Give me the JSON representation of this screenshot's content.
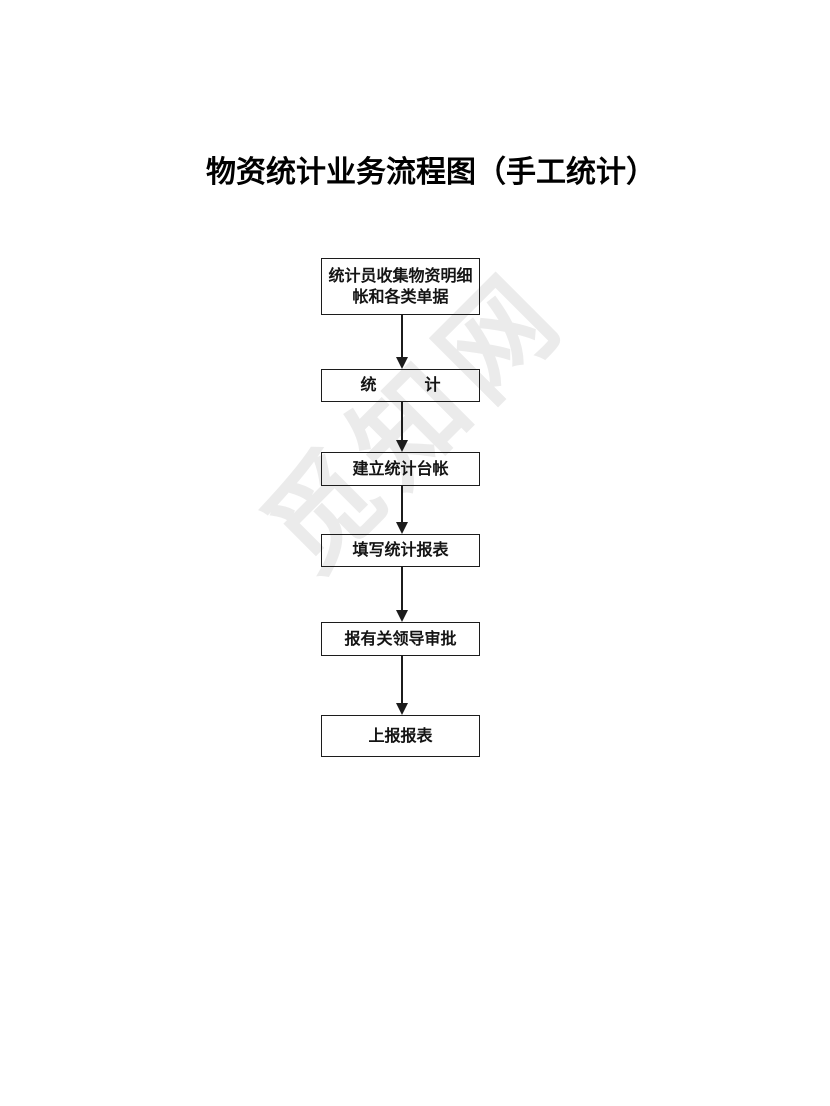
{
  "title": "物资统计业务流程图（手工统计）",
  "watermark": {
    "text": "觅知网",
    "color": "#ebebeb"
  },
  "flowchart": {
    "nodes": [
      {
        "lines": [
          "统计员收集物资明细",
          "帐和各类单据"
        ]
      },
      {
        "lines": [
          "统　　　计"
        ]
      },
      {
        "lines": [
          "建立统计台帐"
        ]
      },
      {
        "lines": [
          "填写统计报表"
        ]
      },
      {
        "lines": [
          "报有关领导审批"
        ]
      },
      {
        "lines": [
          "上报报表"
        ]
      }
    ]
  },
  "colors": {
    "background": "#ffffff",
    "ink": "#1c1c1c",
    "text": "#141414",
    "watermark": "#ebebeb"
  }
}
